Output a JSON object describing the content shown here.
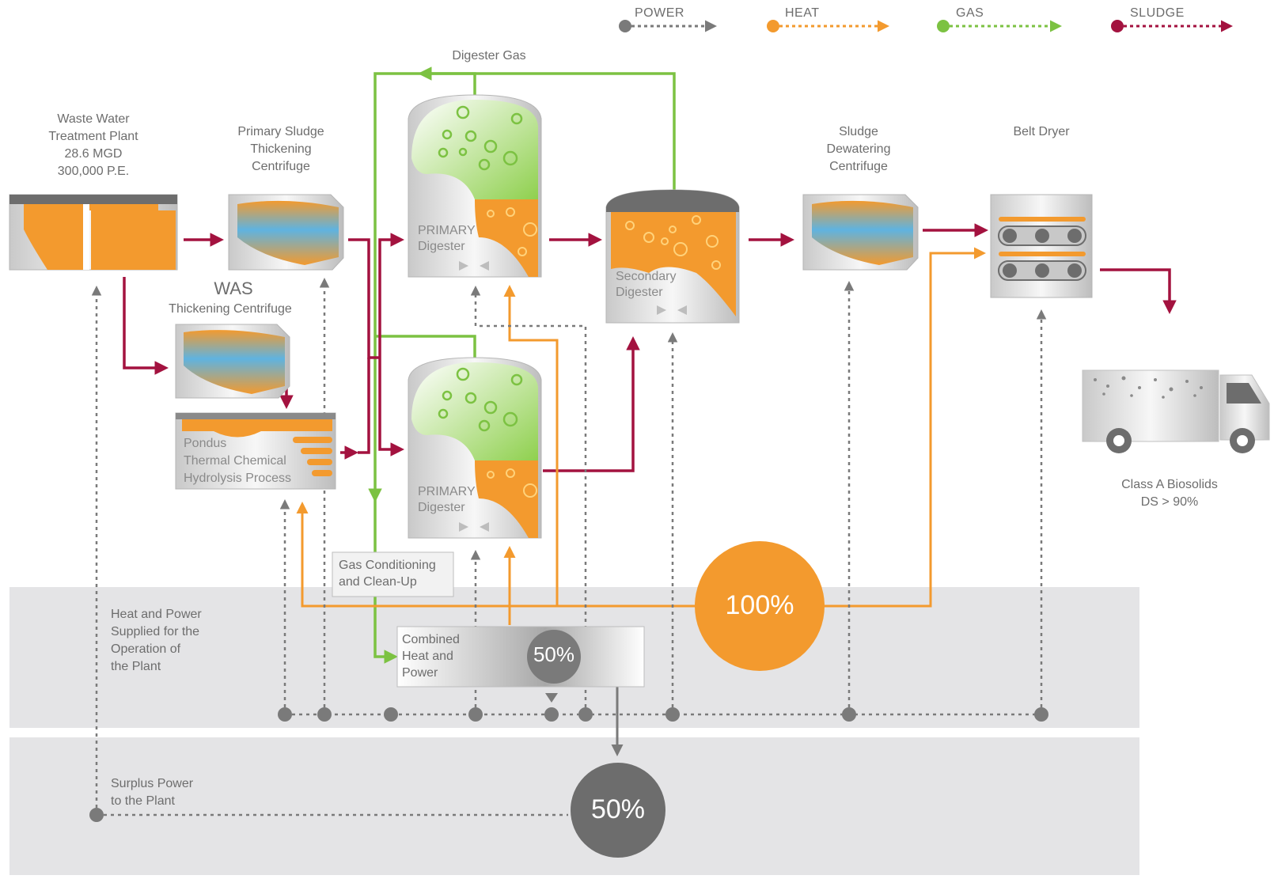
{
  "legend": {
    "power": "POWER",
    "heat": "HEAT",
    "gas": "GAS",
    "sludge": "SLUDGE"
  },
  "colors": {
    "power": "#7a7a7a",
    "heat": "#f39a2e",
    "gas": "#7cc242",
    "sludge": "#a3123f",
    "band": "#e4e4e6"
  },
  "labels": {
    "digester_gas": "Digester Gas",
    "wwtp": "Waste Water\nTreatment Plant\n28.6 MGD\n300,000 P.E.",
    "primary_thickening": "Primary Sludge\nThickening\nCentrifuge",
    "was_title": "WAS",
    "was_sub": "Thickening Centrifuge",
    "pondus": "Pondus\nThermal Chemical\nHydrolysis Process",
    "primary_digester_1": "PRIMARY\nDigester",
    "primary_digester_2": "PRIMARY\nDigester",
    "secondary_digester": "Secondary\nDigester",
    "dewatering": "Sludge\nDewatering\nCentrifuge",
    "belt_dryer": "Belt Dryer",
    "biosolids": "Class A Biosolids\nDS > 90%",
    "gas_conditioning": "Gas Conditioning\nand Clean-Up",
    "chp": "Combined\nHeat and\nPower",
    "chp_pct": "50%",
    "heat_pct": "100%",
    "surplus_pct": "50%",
    "band1": "Heat and Power\nSupplied for the\nOperation of\nthe Plant",
    "band2": "Surplus Power\nto the Plant"
  }
}
